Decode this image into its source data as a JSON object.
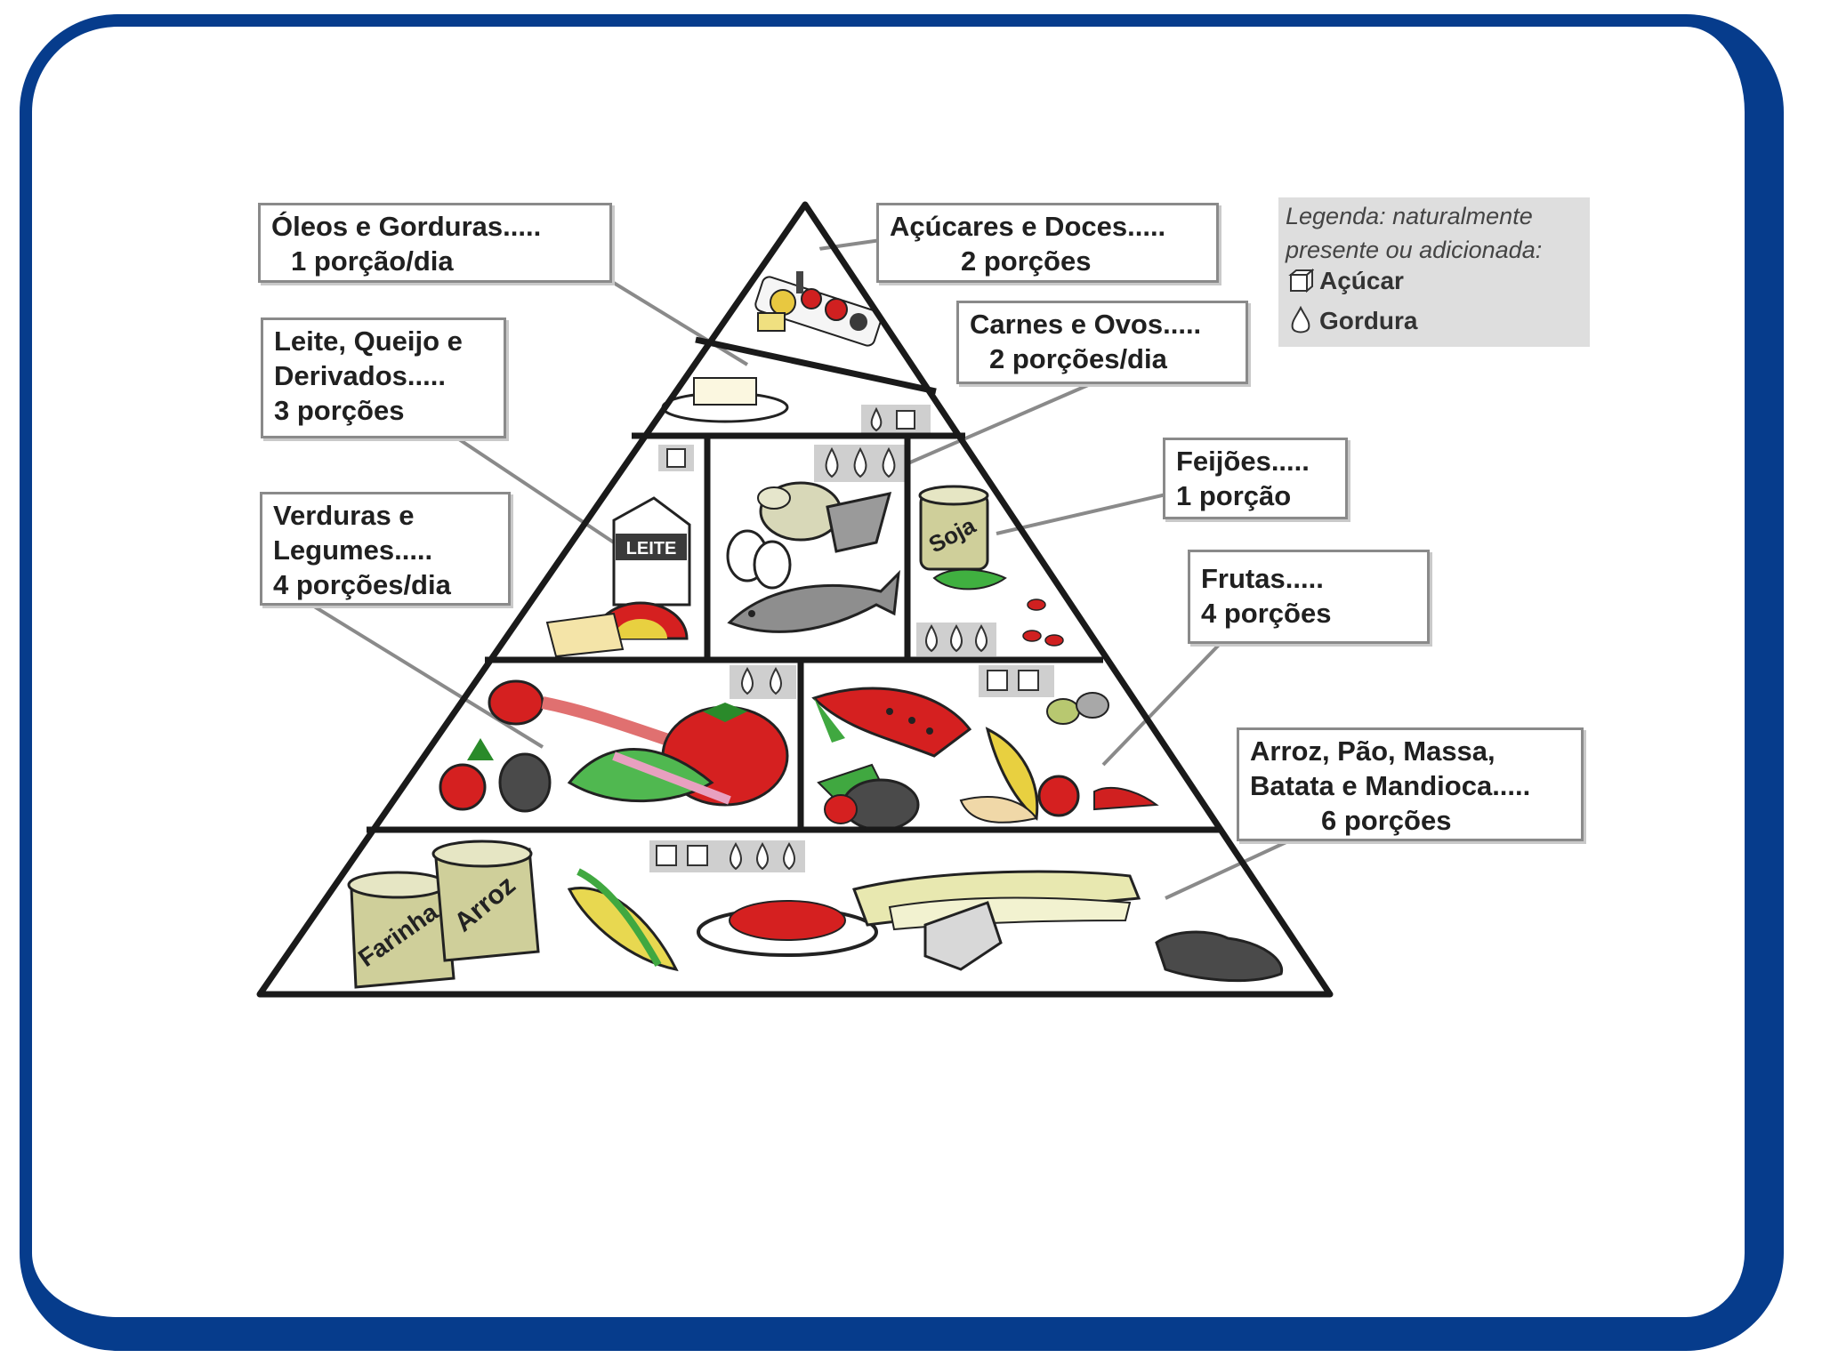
{
  "pyramid": {
    "oleos": {
      "line1": "Óleos e Gorduras.....",
      "line2": "1 porção/dia"
    },
    "acucares": {
      "line1": "Açúcares e Doces.....",
      "line2": "2 porções"
    },
    "carnes": {
      "line1": "Carnes e Ovos.....",
      "line2": "2 porções/dia"
    },
    "leite": {
      "line1": "Leite, Queijo e",
      "line2": "Derivados.....",
      "line3": "3 porções"
    },
    "feijoes": {
      "line1": "Feijões.....",
      "line2": "1 porção"
    },
    "verduras": {
      "line1": "Verduras e",
      "line2": "Legumes.....",
      "line3": "4 porções/dia"
    },
    "frutas": {
      "line1": "Frutas.....",
      "line2": "4 porções"
    },
    "arroz": {
      "line1": "Arroz, Pão, Massa,",
      "line2": "Batata e Mandioca.....",
      "line3": "6 porções"
    }
  },
  "legend": {
    "title_line1": "Legenda: naturalmente",
    "title_line2": "presente ou adicionada:",
    "sugar": "Açúcar",
    "fat": "Gordura"
  },
  "illustration_text": {
    "leite_carton": "LEITE",
    "soja_can": "Soja",
    "farinha_sack": "Farinha",
    "arroz_sack": "Arroz"
  },
  "colors": {
    "frame": "#063c8c",
    "outline": "#1a1a1a"
  }
}
